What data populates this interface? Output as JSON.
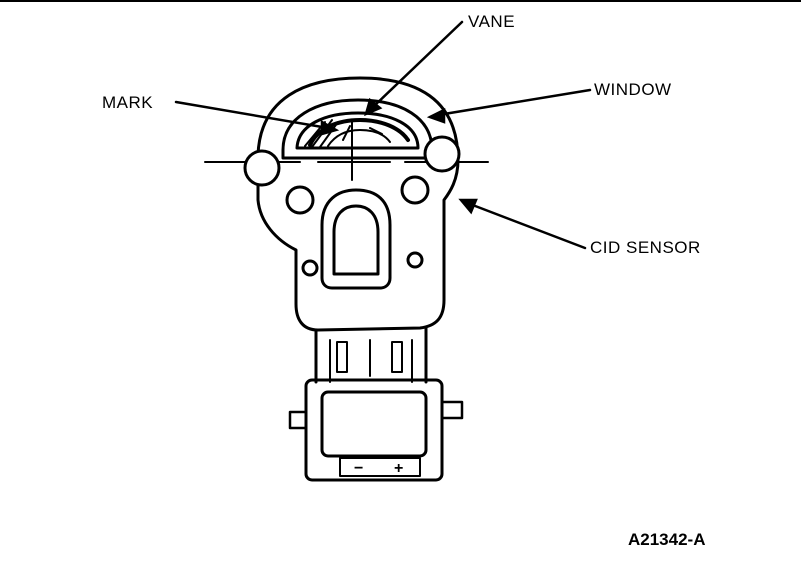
{
  "labels": {
    "vane": "VANE",
    "mark": "MARK",
    "window": "WINDOW",
    "cid_sensor": "CID SENSOR"
  },
  "connector": {
    "negative_terminal": "−",
    "positive_terminal": "+"
  },
  "figure_id": "A21342-A"
}
